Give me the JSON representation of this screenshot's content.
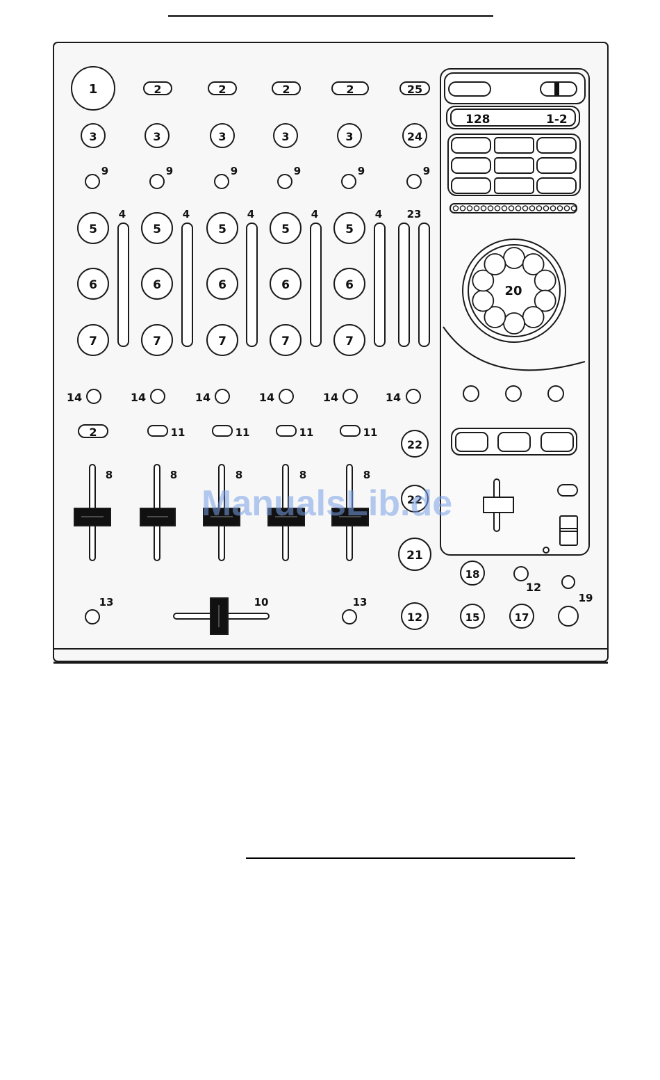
{
  "labels": {
    "master": "1",
    "top_small": "2",
    "top_right": "25",
    "knob": "3",
    "knob_right": "24",
    "led": "9",
    "slider_small": "4",
    "slider_right": "23",
    "btn5": "5",
    "btn6": "6",
    "btn7": "7",
    "led14": "14",
    "pill_left": "2",
    "led11": "11",
    "fader": "8",
    "btn22": "22",
    "btn21": "21",
    "btn12": "12",
    "led13": "13",
    "crossfader": "10",
    "btn18": "18",
    "led12": "12",
    "led19": "19",
    "btn15": "15",
    "btn17": "17",
    "jog": "20",
    "display_left": "128",
    "display_right": "1-2"
  },
  "watermark": "ManualsLib.de",
  "colors": {
    "ink": "#1a1a1a",
    "panel": "#f7f7f7",
    "watermark": "#78a0e6"
  }
}
